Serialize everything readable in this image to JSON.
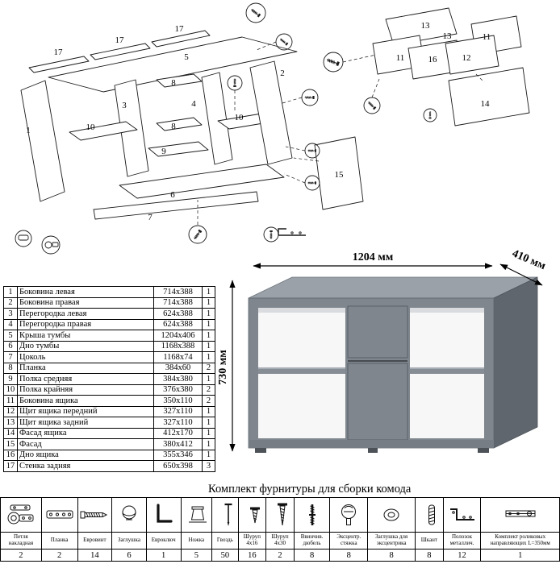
{
  "diagram": {
    "labels": [
      "17",
      "17",
      "17",
      "5",
      "1",
      "3",
      "10",
      "8",
      "4",
      "8",
      "9",
      "10",
      "2",
      "6",
      "7",
      "15",
      "13",
      "13",
      "11",
      "11",
      "16",
      "12",
      "14"
    ]
  },
  "parts_table": {
    "rows": [
      {
        "num": "1",
        "name": "Боковина левая",
        "size": "714x388",
        "qty": "1"
      },
      {
        "num": "2",
        "name": "Боковина правая",
        "size": "714x388",
        "qty": "1"
      },
      {
        "num": "3",
        "name": "Перегородка левая",
        "size": "624x388",
        "qty": "1"
      },
      {
        "num": "4",
        "name": "Перегородка правая",
        "size": "624x388",
        "qty": "1"
      },
      {
        "num": "5",
        "name": "Крыша тумбы",
        "size": "1204x406",
        "qty": "1"
      },
      {
        "num": "6",
        "name": "Дно тумбы",
        "size": "1168x388",
        "qty": "1"
      },
      {
        "num": "7",
        "name": "Цоколь",
        "size": "1168x74",
        "qty": "1"
      },
      {
        "num": "8",
        "name": "Планка",
        "size": "384x60",
        "qty": "2"
      },
      {
        "num": "9",
        "name": "Полка средняя",
        "size": "384x380",
        "qty": "1"
      },
      {
        "num": "10",
        "name": "Полка крайняя",
        "size": "376x380",
        "qty": "2"
      },
      {
        "num": "11",
        "name": "Боковина ящика",
        "size": "350x110",
        "qty": "2"
      },
      {
        "num": "12",
        "name": "Щит ящика передний",
        "size": "327x110",
        "qty": "1"
      },
      {
        "num": "13",
        "name": "Щит ящика задний",
        "size": "327x110",
        "qty": "1"
      },
      {
        "num": "14",
        "name": "Фасад ящика",
        "size": "412x170",
        "qty": "1"
      },
      {
        "num": "15",
        "name": "Фасад",
        "size": "380x412",
        "qty": "1"
      },
      {
        "num": "16",
        "name": "Дно ящика",
        "size": "355x346",
        "qty": "1"
      },
      {
        "num": "17",
        "name": "Стенка задняя",
        "size": "650x398",
        "qty": "3"
      }
    ]
  },
  "dresser": {
    "width_label": "1204 мм",
    "depth_label": "410 мм",
    "height_label": "730 мм",
    "body_color": "#7f868e",
    "top_color": "#9aa1a8",
    "side_color": "#5f666d"
  },
  "hardware": {
    "title": "Комплект фурнитуры для сборки комода",
    "items": [
      {
        "name": "Петля накладная",
        "qty": "2",
        "icon": "hinge-icon"
      },
      {
        "name": "Планка",
        "qty": "2",
        "icon": "plate-icon"
      },
      {
        "name": "Евровинт",
        "qty": "14",
        "icon": "euro-screw-icon"
      },
      {
        "name": "Заглушка",
        "qty": "6",
        "icon": "cap-icon"
      },
      {
        "name": "Евроключ",
        "qty": "1",
        "icon": "hex-key-icon"
      },
      {
        "name": "Ножка",
        "qty": "5",
        "icon": "foot-icon"
      },
      {
        "name": "Гвоздь",
        "qty": "50",
        "icon": "nail-icon"
      },
      {
        "name": "Шуруп 4x16",
        "qty": "16",
        "icon": "screw-small-icon"
      },
      {
        "name": "Шуруп 4x30",
        "qty": "2",
        "icon": "screw-long-icon"
      },
      {
        "name": "Ввинчив. дюбель",
        "qty": "8",
        "icon": "dowel-screw-icon"
      },
      {
        "name": "Эксцентр. стяжка",
        "qty": "8",
        "icon": "cam-lock-icon"
      },
      {
        "name": "Заглушка для эксцентрика",
        "qty": "8",
        "icon": "cam-cap-icon"
      },
      {
        "name": "Шкант",
        "qty": "8",
        "icon": "wood-dowel-icon"
      },
      {
        "name": "Полозок металлич.",
        "qty": "12",
        "icon": "runner-icon"
      },
      {
        "name": "Комплект роликовых направляющих L=350мм",
        "qty": "1",
        "icon": "drawer-slide-icon"
      }
    ]
  }
}
